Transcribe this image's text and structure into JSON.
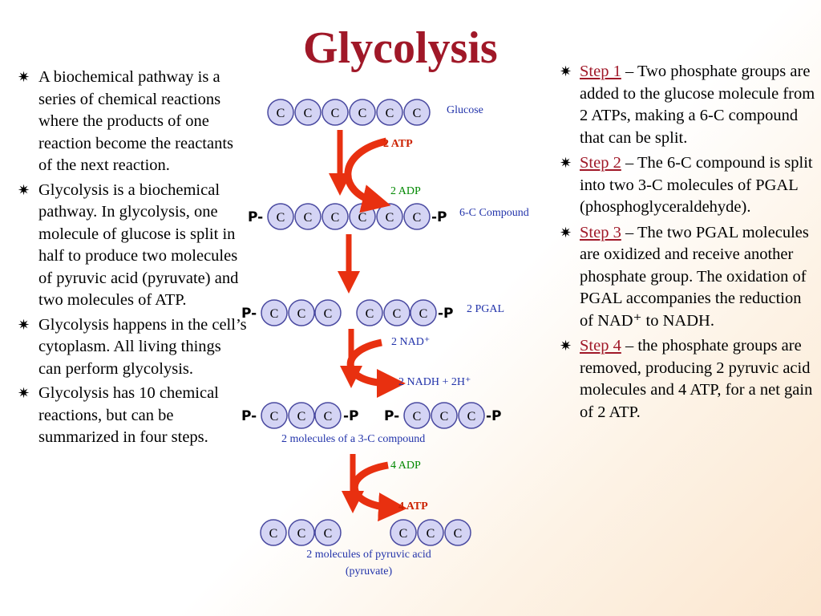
{
  "title": "Glycolysis",
  "left_bullets": [
    "A biochemical pathway is a series of chemical reactions where the products of one reaction become the reactants of the next reaction.",
    "Glycolysis is a biochemical pathway.  In glycolysis, one molecule of glucose is split in half to produce two molecules of pyruvic acid (pyruvate) and two molecules of ATP.",
    "Glycolysis happens in the cell’s cytoplasm.  All living things can perform glycolysis.",
    "Glycolysis has 10 chemical reactions, but can be summarized in four steps."
  ],
  "right_steps": [
    {
      "label": "Step 1",
      "text": " – Two phosphate groups are added to the glucose molecule from 2 ATPs, making a 6-C compound that can be split."
    },
    {
      "label": "Step 2",
      "text": " – The 6-C compound is split into two 3-C molecules of PGAL (phosphoglyceraldehyde)."
    },
    {
      "label": "Step 3",
      "text": " – The two PGAL molecules are oxidized and receive another phosphate group.  The oxidation of PGAL accompanies the reduction of NAD⁺ to NADH."
    },
    {
      "label": "Step 4",
      "text": " – the phosphate groups are removed, producing 2 pyruvic acid molecules and 4 ATP, for a net gain of 2 ATP."
    }
  ],
  "bullet_glyph": "✷",
  "diagram": {
    "carbon": "C",
    "phosphate_left": "P-",
    "phosphate_right": "-P",
    "glucose": "Glucose",
    "atp_in": "2 ATP",
    "adp_out": "2 ADP",
    "compound6": "6-C Compound",
    "pgal": "2 PGAL",
    "nad": "2 NAD⁺",
    "nadh": "2 NADH + 2H⁺",
    "compound3": "2 molecules of a 3-C compound",
    "adp_in": "4 ADP",
    "atp_out": "4 ATP",
    "pyruvic1": "2 molecules of pyruvic acid",
    "pyruvic2": "(pyruvate)"
  },
  "colors": {
    "title": "#a01828",
    "step_label": "#a01828",
    "atp": "#cc2200",
    "adp": "#008800",
    "blue_label": "#2233aa",
    "circle_fill": "#d4d4f4",
    "circle_stroke": "#4a4aa0",
    "arrow": "#e83010"
  }
}
